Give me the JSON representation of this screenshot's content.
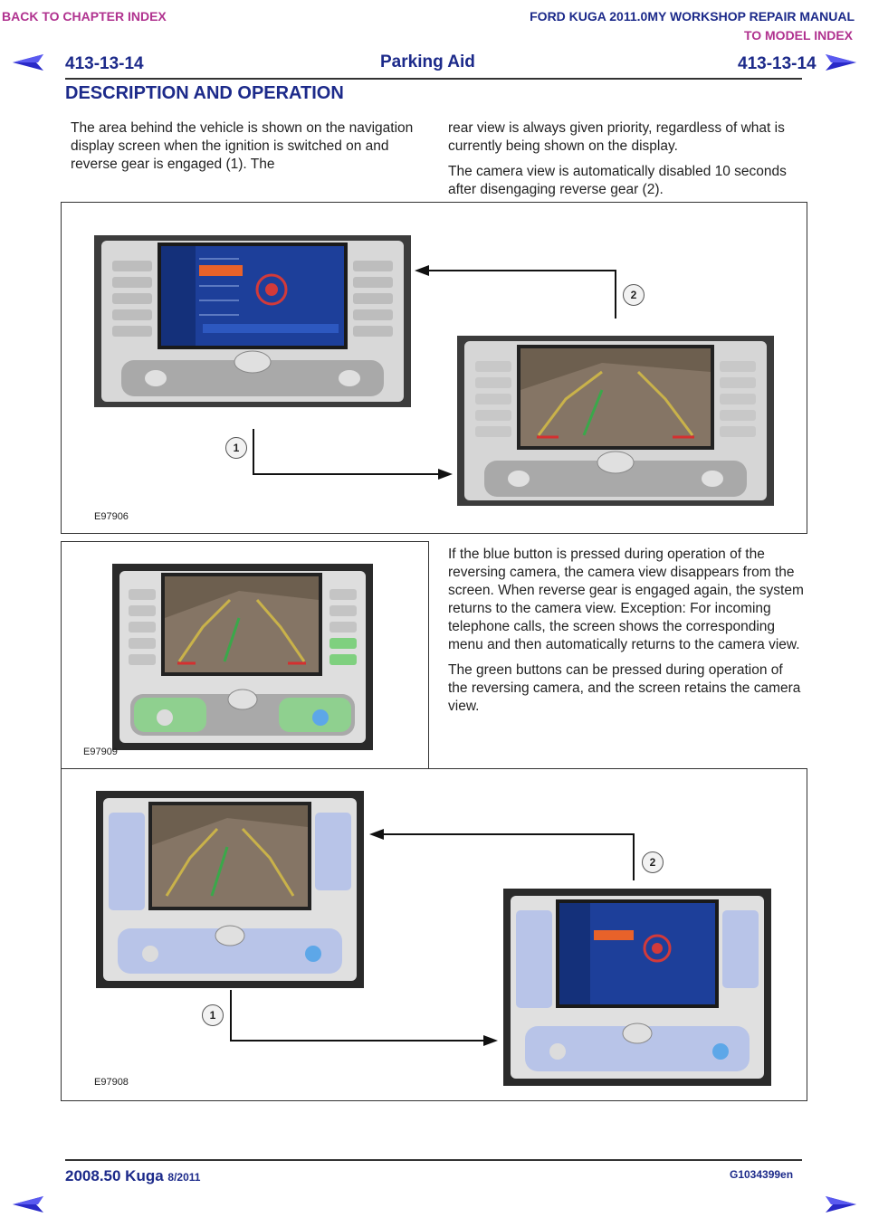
{
  "nav": {
    "back_chapter": "BACK TO CHAPTER INDEX",
    "manual_title": "FORD KUGA 2011.0MY WORKSHOP REPAIR MANUAL",
    "model_index": "TO MODEL INDEX"
  },
  "header": {
    "page_left": "413-13-14",
    "title": "Parking Aid",
    "page_right": "413-13-14",
    "section": "DESCRIPTION AND OPERATION"
  },
  "intro": {
    "col_left": "The area behind the vehicle is shown on the navigation display screen when the ignition is switched on and reverse gear is engaged (1). The",
    "col_right_p1": "rear view is always given priority, regardless of what is currently being shown on the display.",
    "col_right_p2": "The camera view is automatically disabled 10 seconds after disengaging reverse gear (2)."
  },
  "figures": {
    "fig1": {
      "id": "E97906",
      "callout1": "1",
      "callout2": "2"
    },
    "fig2": {
      "id": "E97909"
    },
    "fig3": {
      "id": "E97908",
      "callout1": "1",
      "callout2": "2"
    }
  },
  "mid": {
    "p1": "If the blue button is pressed during operation of the reversing camera, the camera view disappears from the screen. When reverse gear is engaged again, the system returns to the camera view. Exception: For incoming telephone calls, the screen shows the corresponding menu and then automatically returns to the camera view.",
    "p2": "The green buttons can be pressed during operation of the reversing camera, and the screen retains the camera view."
  },
  "footer": {
    "model": "2008.50 Kuga",
    "date": "8/2011",
    "code": "G1034399en"
  },
  "colors": {
    "nav_magenta": "#b0328f",
    "heading_blue": "#1c2a8a",
    "screen_blue": "#1d3f9a",
    "arrow_navy": "#1c2a8a"
  }
}
